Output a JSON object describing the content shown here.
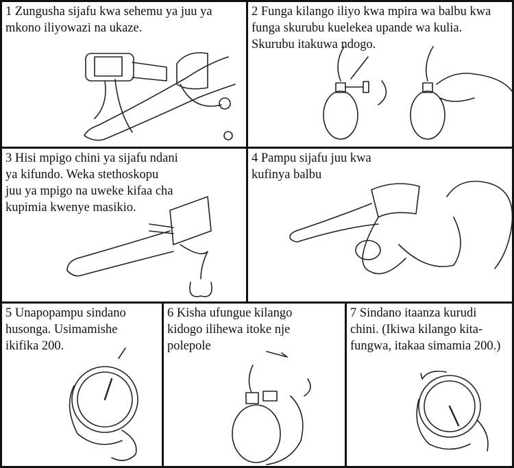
{
  "steps": [
    {
      "number": "1",
      "text": "Zungusha sijafu kwa sehemu ya juu ya\nmkono iliyowazi na ukaze."
    },
    {
      "number": "2",
      "text": "Funga kilango iliyo kwa mpira wa balbu kwa\nfunga skurubu kuelekea upande wa kulia.\nSkurubu itakuwa ndogo."
    },
    {
      "number": "3",
      "text": "Hisi mpigo chini ya sijafu ndani\nya kifundo. Weka stethoskopu\njuu ya mpigo na uweke kifaa cha\nkupimia kwenye masikio."
    },
    {
      "number": "4",
      "text": "Pampu sijafu juu kwa\nkufinya balbu"
    },
    {
      "number": "5",
      "text": "Unapopampu sindano\nhusonga. Usimamishe\nikifika 200."
    },
    {
      "number": "6",
      "text": "Kisha ufungue kilango\nkidogo ilihewa itoke nje\npolepole"
    },
    {
      "number": "7",
      "text": "Sindano itaanza kurudi\nchini. (Ikiwa kilango kita-\nfungwa, itakaa simamia 200.)"
    }
  ]
}
